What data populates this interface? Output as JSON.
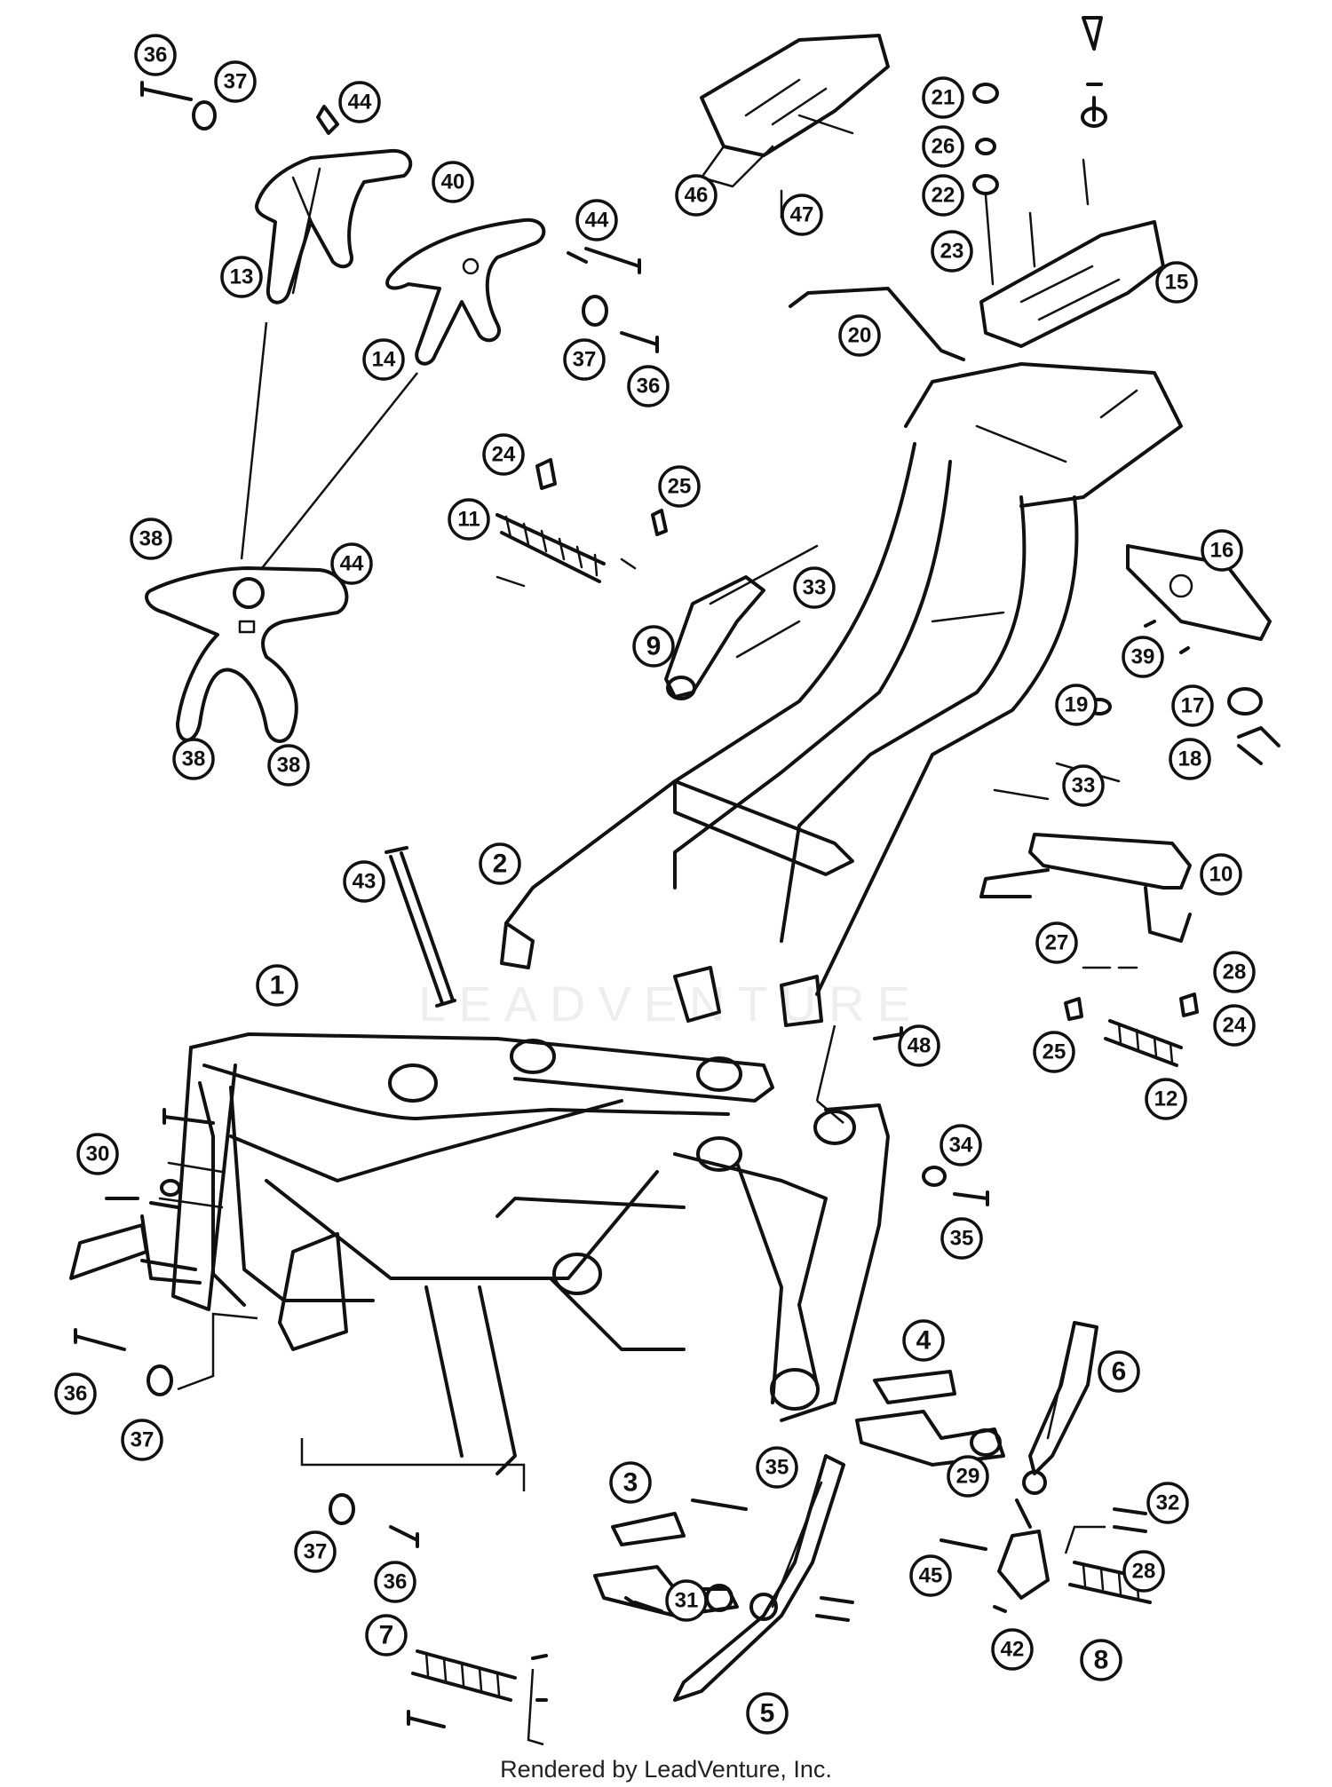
{
  "diagram": {
    "watermark": "LEADVENTURE",
    "footer": "Rendered by LeadVenture, Inc.",
    "callouts": [
      {
        "id": "callout-36a",
        "label": "36"
      },
      {
        "id": "callout-37a",
        "label": "37"
      },
      {
        "id": "callout-44a",
        "label": "44"
      },
      {
        "id": "callout-40",
        "label": "40"
      },
      {
        "id": "callout-13",
        "label": "13"
      },
      {
        "id": "callout-44b",
        "label": "44"
      },
      {
        "id": "callout-14",
        "label": "14"
      },
      {
        "id": "callout-37b",
        "label": "37"
      },
      {
        "id": "callout-36b",
        "label": "36"
      },
      {
        "id": "callout-46",
        "label": "46"
      },
      {
        "id": "callout-47",
        "label": "47"
      },
      {
        "id": "callout-21",
        "label": "21"
      },
      {
        "id": "callout-26",
        "label": "26"
      },
      {
        "id": "callout-22",
        "label": "22"
      },
      {
        "id": "callout-23",
        "label": "23"
      },
      {
        "id": "callout-15",
        "label": "15"
      },
      {
        "id": "callout-20",
        "label": "20"
      },
      {
        "id": "callout-38a",
        "label": "38"
      },
      {
        "id": "callout-44c",
        "label": "44"
      },
      {
        "id": "callout-38b",
        "label": "38"
      },
      {
        "id": "callout-38c",
        "label": "38"
      },
      {
        "id": "callout-24a",
        "label": "24"
      },
      {
        "id": "callout-25a",
        "label": "25"
      },
      {
        "id": "callout-11",
        "label": "11"
      },
      {
        "id": "callout-33a",
        "label": "33"
      },
      {
        "id": "callout-9",
        "label": "9"
      },
      {
        "id": "callout-16",
        "label": "16"
      },
      {
        "id": "callout-39",
        "label": "39"
      },
      {
        "id": "callout-19",
        "label": "19"
      },
      {
        "id": "callout-17",
        "label": "17"
      },
      {
        "id": "callout-18",
        "label": "18"
      },
      {
        "id": "callout-33b",
        "label": "33"
      },
      {
        "id": "callout-2",
        "label": "2"
      },
      {
        "id": "callout-43",
        "label": "43"
      },
      {
        "id": "callout-10",
        "label": "10"
      },
      {
        "id": "callout-27",
        "label": "27"
      },
      {
        "id": "callout-28a",
        "label": "28"
      },
      {
        "id": "callout-1",
        "label": "1"
      },
      {
        "id": "callout-48",
        "label": "48"
      },
      {
        "id": "callout-25b",
        "label": "25"
      },
      {
        "id": "callout-24b",
        "label": "24"
      },
      {
        "id": "callout-12",
        "label": "12"
      },
      {
        "id": "callout-34",
        "label": "34"
      },
      {
        "id": "callout-30",
        "label": "30"
      },
      {
        "id": "callout-35a",
        "label": "35"
      },
      {
        "id": "callout-36c",
        "label": "36"
      },
      {
        "id": "callout-37c",
        "label": "37"
      },
      {
        "id": "callout-4",
        "label": "4"
      },
      {
        "id": "callout-6",
        "label": "6"
      },
      {
        "id": "callout-29",
        "label": "29"
      },
      {
        "id": "callout-32",
        "label": "32"
      },
      {
        "id": "callout-3",
        "label": "3"
      },
      {
        "id": "callout-35b",
        "label": "35"
      },
      {
        "id": "callout-37d",
        "label": "37"
      },
      {
        "id": "callout-36d",
        "label": "36"
      },
      {
        "id": "callout-31",
        "label": "31"
      },
      {
        "id": "callout-45",
        "label": "45"
      },
      {
        "id": "callout-28b",
        "label": "28"
      },
      {
        "id": "callout-7",
        "label": "7"
      },
      {
        "id": "callout-42",
        "label": "42"
      },
      {
        "id": "callout-8",
        "label": "8"
      },
      {
        "id": "callout-5",
        "label": "5"
      }
    ]
  }
}
